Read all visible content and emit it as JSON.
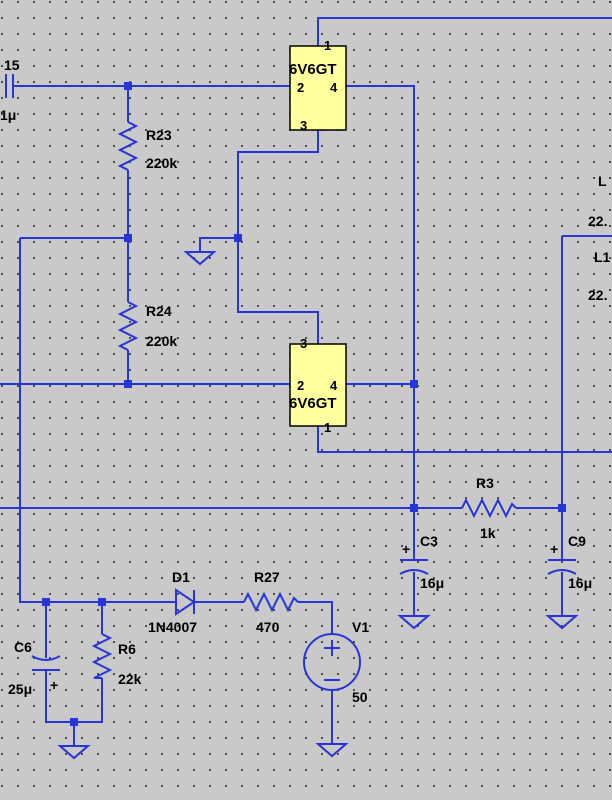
{
  "labels": {
    "c15_name": "15",
    "c15_value": "1μ",
    "r23_name": "R23",
    "r23_value": "220k",
    "r24_name": "R24",
    "r24_value": "220k",
    "tube_top_name": "6V6GT",
    "tube_bot_name": "6V6GT",
    "pin1": "1",
    "pin2": "2",
    "pin3": "3",
    "pin4": "4",
    "l_top_name": "L",
    "l_top_value": "22.",
    "l_bot_name": "L1",
    "l_bot_value": "22.",
    "r3_name": "R3",
    "r3_value": "1k",
    "c3_name": "C3",
    "c3_value": "16μ",
    "c9_name": "C9",
    "c9_value": "16μ",
    "d1_name": "D1",
    "d1_value": "1N4007",
    "r27_name": "R27",
    "r27_value": "470",
    "v1_name": "V1",
    "v1_value": "50",
    "c6_name": "C6",
    "c6_value": "25μ",
    "r6_name": "R6",
    "r6_value": "22k",
    "plus": "+",
    "minus": "−"
  },
  "colors": {
    "background": "#c9c9c9",
    "grid_dot": "#3a3a3a",
    "wire": "#2636d6",
    "tube_fill": "#ffff9e",
    "text": "#000000"
  }
}
